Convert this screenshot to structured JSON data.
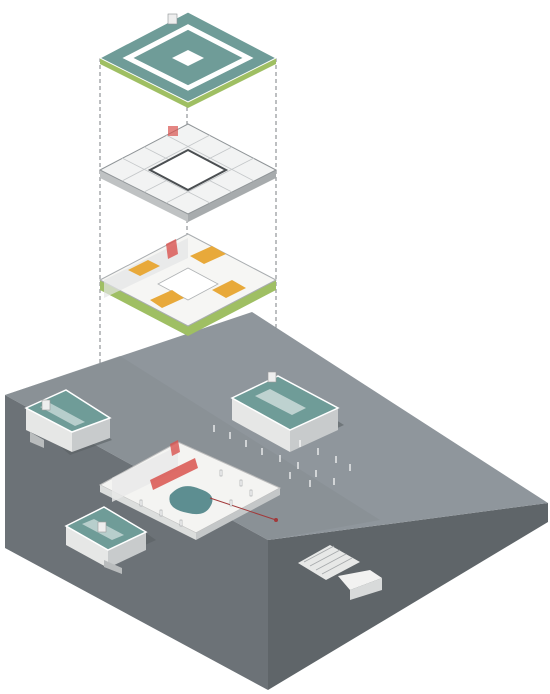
{
  "diagram": {
    "kind": "exploded-axonometric",
    "layers": [
      {
        "id": "roof",
        "label": ""
      },
      {
        "id": "structure",
        "label": ""
      },
      {
        "id": "floor-plan",
        "label": ""
      }
    ],
    "site": {
      "id": "site-plinth",
      "label": ""
    },
    "colors": {
      "background": "#ffffff",
      "ground_top": "#8f969c",
      "ground_left": "#6c7277",
      "ground_right": "#5f6569",
      "roof_panel": "#6f9c98",
      "roof_trim": "#9fbf63",
      "wall_light": "#f3f3f1",
      "wall_shade": "#d6d8d8",
      "furniture": "#e8a93a",
      "highlight_red": "#d9534f",
      "pond": "#5d8e91",
      "guide_line": "#7b7f83"
    }
  }
}
